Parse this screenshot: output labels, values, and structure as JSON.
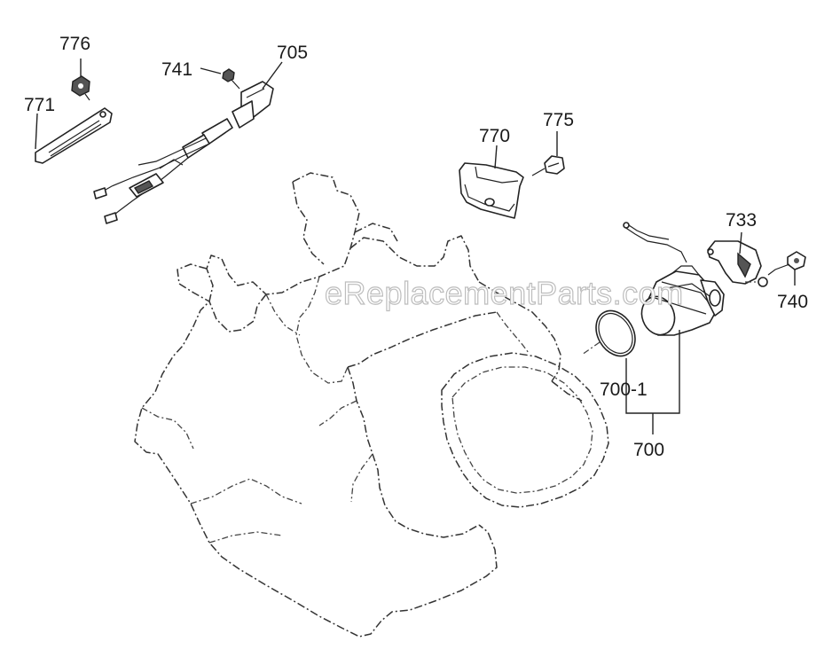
{
  "diagram": {
    "callouts": {
      "p776": "776",
      "p741": "741",
      "p705": "705",
      "p771": "771",
      "p770": "770",
      "p775": "775",
      "p733": "733",
      "p740": "740",
      "p700_1": "700-1",
      "p700": "700"
    },
    "watermark": "eReplacementParts.com"
  }
}
